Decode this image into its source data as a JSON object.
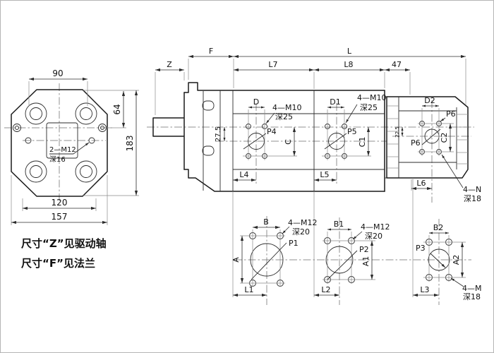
{
  "drawing": {
    "front_view": {
      "dim_top": "90",
      "dim_right_inner": "64",
      "dim_right_outer": "183",
      "dim_bottom_inner": "120",
      "dim_bottom_outer": "157",
      "thread": "2—M12",
      "thread_depth": "深16"
    },
    "side_view": {
      "dim_z": "Z",
      "dim_f": "F",
      "dim_l": "L",
      "dim_l7": "L7",
      "dim_l8": "L8",
      "dim_47": "47",
      "dim_offset_front": "27.5",
      "dim_offset_rear": "22.5",
      "sec1": {
        "dim_d": "D",
        "thread": "4—M10",
        "thread_depth": "深25",
        "port": "P4",
        "dim_c": "C",
        "dim_l": "L4"
      },
      "sec2": {
        "dim_d": "D1",
        "thread": "4—M10",
        "thread_depth": "深25",
        "port": "P5",
        "dim_c": "C1",
        "dim_l": "L5"
      },
      "sec3": {
        "dim_d": "D2",
        "port_top": "P6",
        "port": "P6",
        "dim_c": "C2",
        "dim_l": "L6",
        "thread": "4—N",
        "thread_depth": "深18"
      }
    },
    "port_views": [
      {
        "port": "P1",
        "dim_b": "B",
        "dim_a": "A",
        "dim_l": "L1",
        "thread": "4—M12",
        "thread_depth": "深20"
      },
      {
        "port": "P2",
        "dim_b": "B1",
        "dim_a": "A1",
        "dim_l": "L2",
        "thread": "4—M12",
        "thread_depth": "深20"
      },
      {
        "port": "P3",
        "dim_b": "B2",
        "dim_a": "A2",
        "dim_l": "L3",
        "thread": "4—M",
        "thread_depth": "深18"
      }
    ],
    "notes": [
      "尺寸“Z”见驱动轴",
      "尺寸“F”见法兰"
    ],
    "colors": {
      "line": "#1a1a1a",
      "centerline": "#6f6f6f",
      "extension": "#8a8a8a",
      "background": "#ffffff",
      "frame": "#b5b5b5"
    }
  }
}
